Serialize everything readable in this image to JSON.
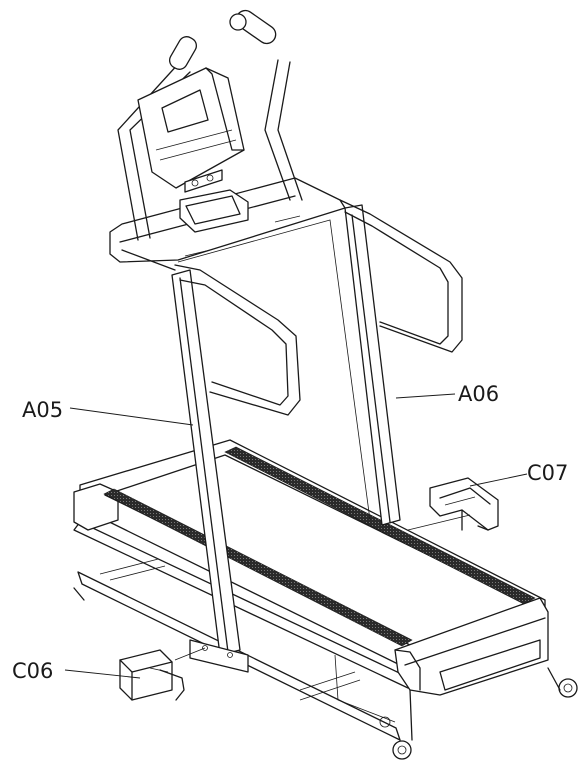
{
  "labels": {
    "a05": "A05",
    "a06": "A06",
    "c06": "C06",
    "c07": "C07"
  },
  "colors": {
    "line": "#1a1a1a",
    "belt_grip": "#2a2a2a",
    "background": "#ffffff"
  }
}
